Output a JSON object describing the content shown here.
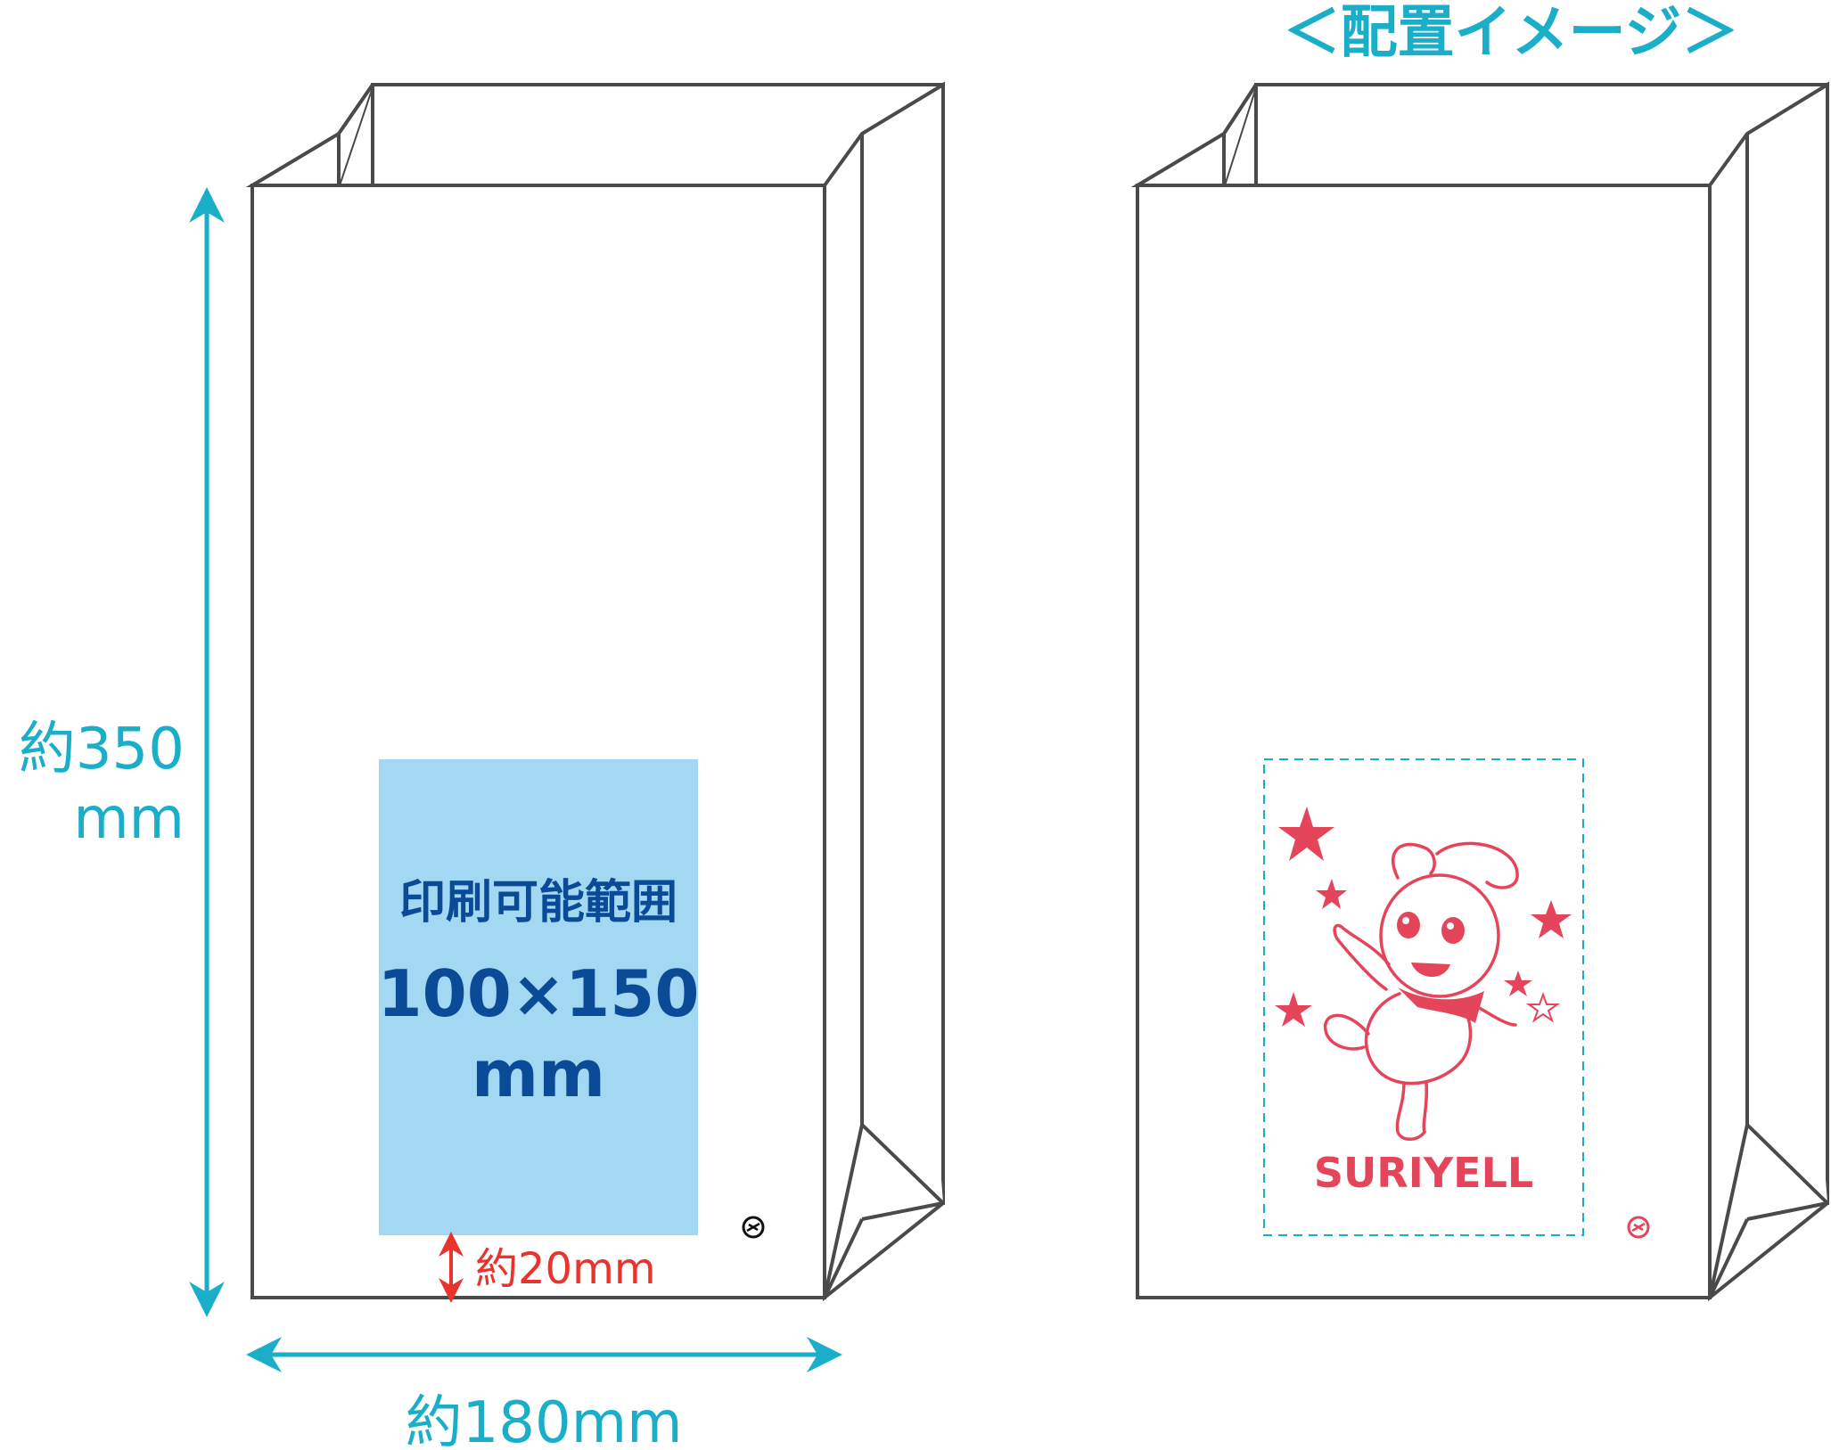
{
  "heading": "＜配置イメージ＞",
  "dimensions": {
    "height_value": "約350",
    "height_unit": "mm",
    "width_label": "約180mm",
    "bottom_margin_label": "約20mm"
  },
  "print_area": {
    "title": "印刷可能範囲",
    "size": "100×150",
    "unit": "mm"
  },
  "sample_logo": {
    "brand_text": "SURIYELL"
  },
  "colors": {
    "dimension_cyan": "#1aaec8",
    "print_area_fill": "#a2d8f2",
    "print_area_text": "#0b4a96",
    "margin_red": "#e8342c",
    "logo_red": "#e4455a",
    "outline_gray": "#4a4a4a"
  },
  "icons": {
    "recycle_mark": "recycle-mark-icon",
    "star": "star-icon",
    "mascot": "mascot-illustration"
  }
}
